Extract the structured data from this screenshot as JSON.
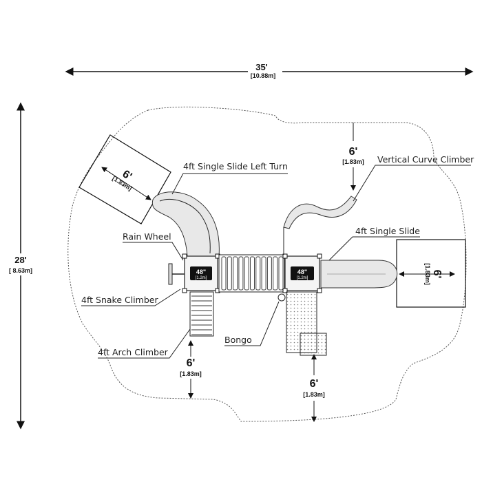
{
  "overall": {
    "width": {
      "ft": "35'",
      "m": "[10.88m]"
    },
    "depth": {
      "ft": "28'",
      "m": "[ 8.63m]"
    }
  },
  "clearances": {
    "top_left": {
      "ft": "6'",
      "m": "[1.83m]"
    },
    "top_middle": {
      "ft": "6'",
      "m": "[1.83m]"
    },
    "right": {
      "ft": "6'",
      "m": "[1.83m]"
    },
    "bottom_left": {
      "ft": "6'",
      "m": "[1.83m]"
    },
    "bottom_middle": {
      "ft": "6'",
      "m": "[1.83m]"
    }
  },
  "components": {
    "slide_left_turn": "4ft Single Slide Left Turn",
    "vertical_curve_climber": "Vertical Curve Climber",
    "rain_wheel": "Rain Wheel",
    "single_slide": "4ft Single Slide",
    "snake_climber": "4ft Snake Climber",
    "bongo": "Bongo",
    "arch_climber": "4ft Arch Climber"
  },
  "decks": {
    "left": {
      "height": "48\"",
      "metric": "[1.2m]"
    },
    "right": {
      "height": "48\"",
      "metric": "[1.2m]"
    }
  }
}
